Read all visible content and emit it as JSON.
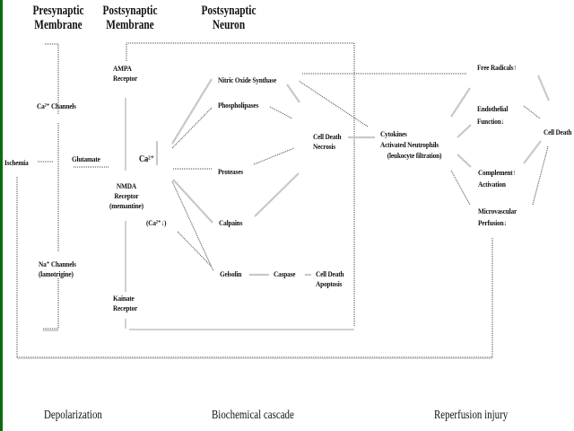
{
  "colors": {
    "edge_strip": "#0a6b12",
    "text": "#111111",
    "dotted_line": "#444444",
    "gray_line": "#c8c8c8"
  },
  "headers": {
    "presynaptic": [
      "Presynaptic",
      "Membrane"
    ],
    "postsynaptic_membrane": [
      "Postsynaptic",
      "Membrane"
    ],
    "postsynaptic_neuron": [
      "Postsynaptic",
      "Neuron"
    ]
  },
  "nodes": {
    "ischemia": "Ischemia",
    "ca_channels": "Ca²⁺ Channels",
    "glutamate": "Glutamate",
    "na_channels": [
      "Na⁺ Channels",
      "(lamotrigine)"
    ],
    "ampa_receptor": [
      "AMPA",
      "Receptor"
    ],
    "nmda_receptor": [
      "NMDA",
      "Receptor",
      "(memantine)"
    ],
    "kainate_receptor": [
      "Kainate",
      "Receptor"
    ],
    "ca2": "Ca²⁺",
    "ca2_down": "(Ca²⁺↓)",
    "nitric_oxide_synthase": "Nitric Oxide Synthase",
    "phospholipases": "Phospholipases",
    "proteases": "Proteases",
    "calpains": "Calpains",
    "gelsolin": "Gelsolin",
    "caspase": "Caspase",
    "cell_death_necrosis": [
      "Cell Death",
      "Necrosis"
    ],
    "cell_death_apoptosis": [
      "Cell Death",
      "Apoptosis"
    ],
    "cytokines": [
      "Cytokines",
      "Activated Neutrophils",
      "(leukocyte filtration)"
    ],
    "free_radicals": "Free Radicals↑",
    "endothelial_function": [
      "Endothelial",
      "Function↓"
    ],
    "complement_activation": [
      "Complement↑",
      "Activation"
    ],
    "microvascular_perfusion": [
      "Microvascular",
      "Perfusion↓"
    ],
    "cell_death": "Cell Death"
  },
  "phases": {
    "depolarization": "Depolarization",
    "biochemical_cascade": "Biochemical cascade",
    "reperfusion_injury": "Reperfusion injury"
  },
  "edges": [
    {
      "from": "ischemia",
      "to": "glutamate",
      "style": "dotted"
    },
    {
      "from": "glutamate",
      "to": "nmda_receptor",
      "style": "dotted"
    },
    {
      "from": "nmda_receptor",
      "to": "ca2",
      "style": "gray"
    },
    {
      "from": "ca2",
      "to": "nitric_oxide_synthase",
      "style": "gray"
    },
    {
      "from": "ca2",
      "to": "phospholipases",
      "style": "dotted"
    },
    {
      "from": "ca2",
      "to": "proteases",
      "style": "dotted"
    },
    {
      "from": "ca2",
      "to": "calpains",
      "style": "gray"
    },
    {
      "from": "ca2",
      "to": "gelsolin",
      "style": "dotted"
    },
    {
      "from": "gelsolin",
      "to": "ca2_down",
      "style": "dotted"
    },
    {
      "from": "gelsolin",
      "to": "caspase",
      "style": "gray"
    },
    {
      "from": "caspase",
      "to": "cell_death_apoptosis",
      "style": "gray"
    },
    {
      "from": "nitric_oxide_synthase",
      "to": "cell_death_necrosis",
      "style": "gray"
    },
    {
      "from": "phospholipases",
      "to": "cell_death_necrosis",
      "style": "dotted"
    },
    {
      "from": "proteases",
      "to": "cell_death_necrosis",
      "style": "dotted"
    },
    {
      "from": "calpains",
      "to": "cell_death_necrosis",
      "style": "gray"
    },
    {
      "from": "cell_death_necrosis",
      "to": "cytokines",
      "style": "gray"
    },
    {
      "from": "cytokines",
      "to": "nitric_oxide_synthase",
      "style": "dotted"
    },
    {
      "from": "nitric_oxide_synthase",
      "to": "free_radicals",
      "style": "dotted"
    },
    {
      "from": "cytokines",
      "to": "free_radicals",
      "style": "gray"
    },
    {
      "from": "cytokines",
      "to": "endothelial_function",
      "style": "gray"
    },
    {
      "from": "cytokines",
      "to": "complement_activation",
      "style": "gray"
    },
    {
      "from": "cytokines",
      "to": "microvascular_perfusion",
      "style": "dotted"
    },
    {
      "from": "free_radicals",
      "to": "cell_death",
      "style": "gray"
    },
    {
      "from": "endothelial_function",
      "to": "cell_death",
      "style": "dotted"
    },
    {
      "from": "complement_activation",
      "to": "cell_death",
      "style": "gray"
    },
    {
      "from": "microvascular_perfusion",
      "to": "cell_death",
      "style": "dotted"
    },
    {
      "from": "microvascular_perfusion",
      "to": "ischemia",
      "style": "loop"
    }
  ]
}
